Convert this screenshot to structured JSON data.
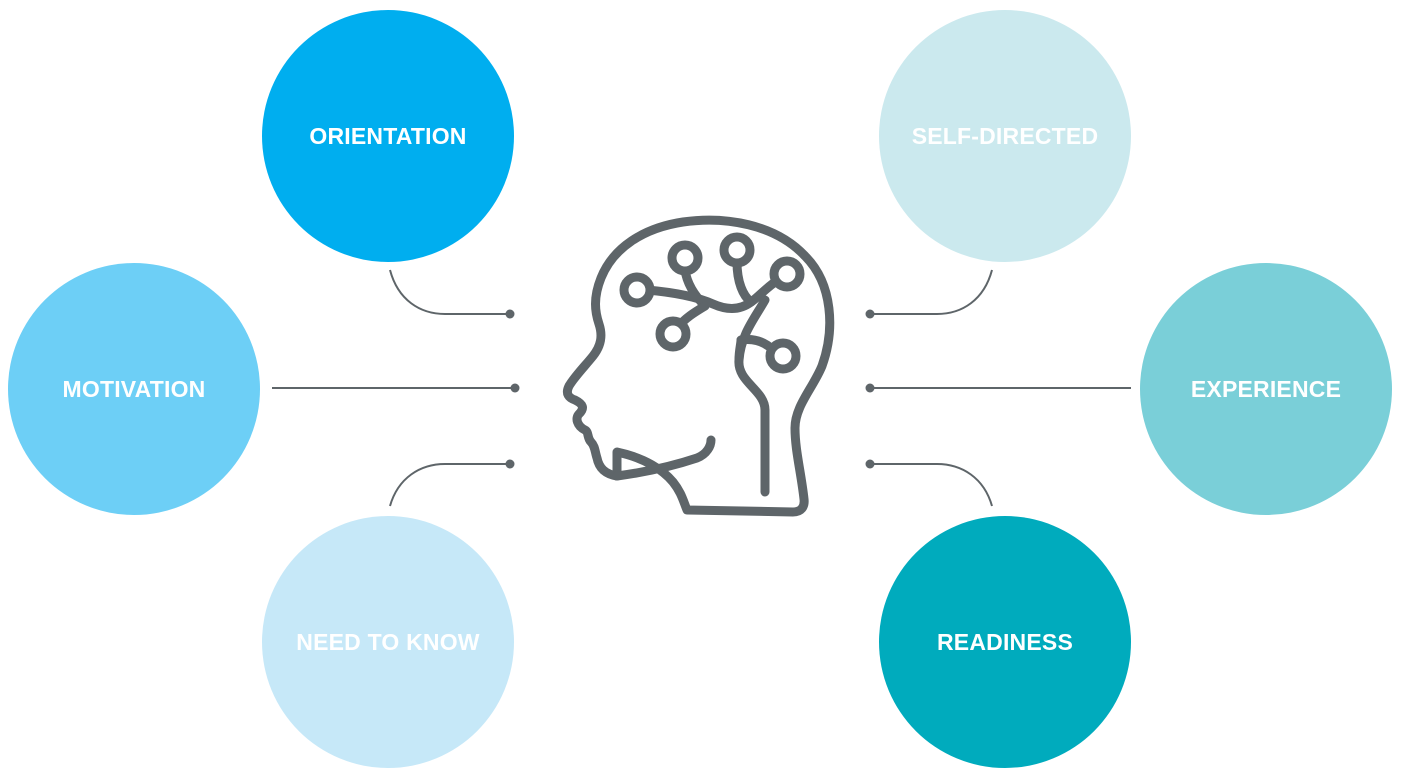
{
  "nodes": {
    "orientation": {
      "label": "ORIENTATION",
      "color": "#00AEEF"
    },
    "motivation": {
      "label": "MOTIVATION",
      "color": "#6DCFF6"
    },
    "need_to_know": {
      "label": "NEED TO KNOW",
      "color": "#C6E8F8"
    },
    "self_directed": {
      "label": "SELF-DIRECTED",
      "color": "#CBE9EE"
    },
    "experience": {
      "label": "EXPERIENCE",
      "color": "#7ACFD8"
    },
    "readiness": {
      "label": "READINESS",
      "color": "#00ABBD"
    }
  },
  "center_icon": "head-circuit-icon",
  "connector_color": "#5E6569"
}
